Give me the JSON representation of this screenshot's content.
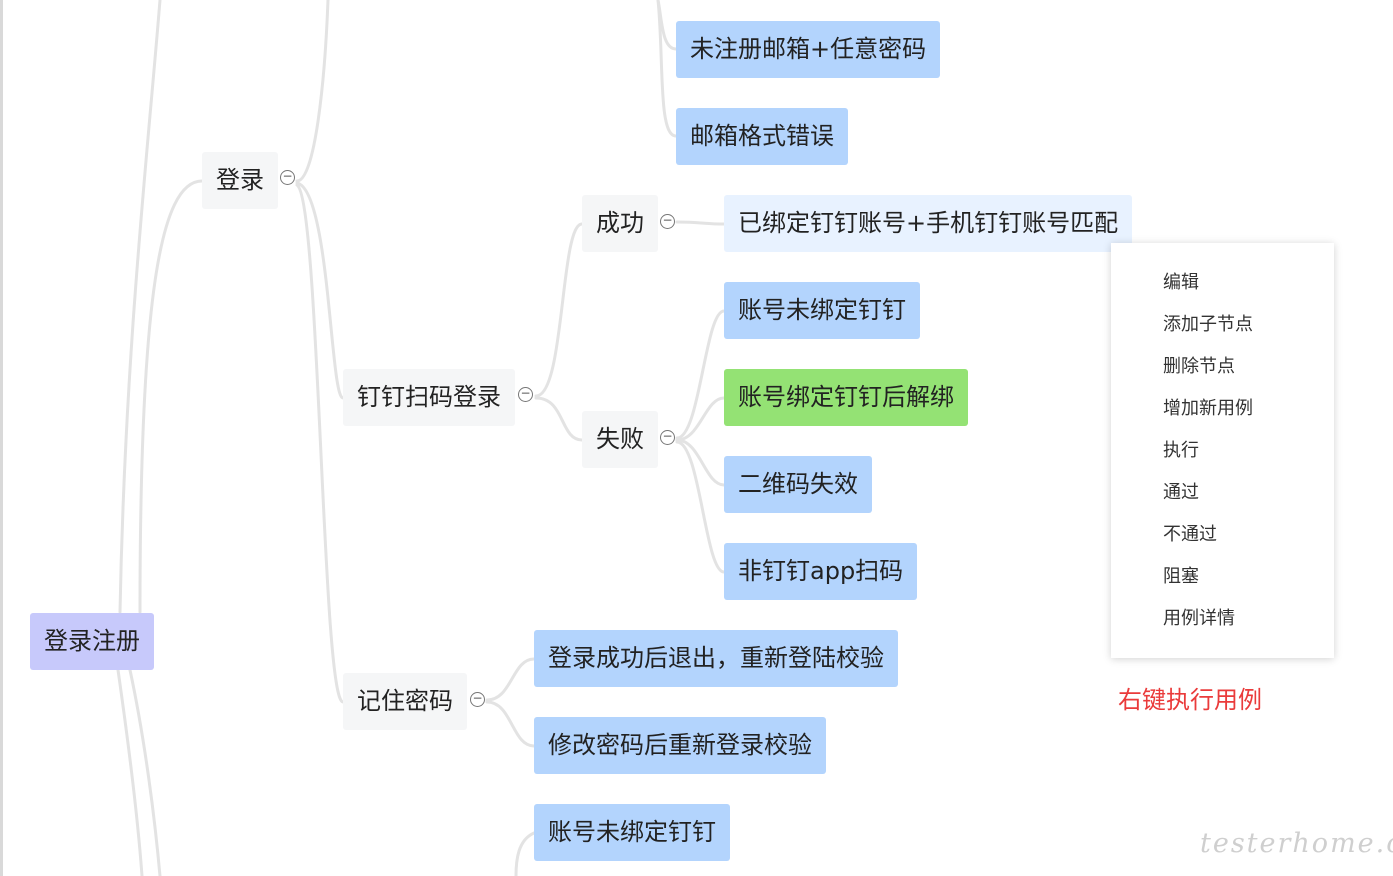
{
  "mindmap": {
    "root": "登录注册",
    "login": "登录",
    "dingtalk_login": "钉钉扫码登录",
    "success": "成功",
    "failure": "失败",
    "remember_password": "记住密码",
    "unregistered_email": "未注册邮箱+任意密码",
    "email_format_error": "邮箱格式错误",
    "bound_match": "已绑定钉钉账号+手机钉钉账号匹配",
    "account_not_bound": "账号未绑定钉钉",
    "unbound_after_binding": "账号绑定钉钉后解绑",
    "qr_expired": "二维码失效",
    "non_dingtalk_scan": "非钉钉app扫码",
    "logout_relogin_check": "登录成功后退出，重新登陆校验",
    "change_password_relogin": "修改密码后重新登录校验",
    "account_not_bound_2": "账号未绑定钉钉",
    "collapse_symbol": "−"
  },
  "context_menu": {
    "items": [
      "编辑",
      "添加子节点",
      "删除节点",
      "增加新用例",
      "执行",
      "通过",
      "不通过",
      "阻塞",
      "用例详情"
    ]
  },
  "annotation": "右键执行用例",
  "watermark": "testerhome.com",
  "colors": {
    "root": "#c7c9fb",
    "branch": "#f5f6f7",
    "leaf": "#b3d4fd",
    "selected": "#e8f2ff",
    "passed": "#94e274",
    "annotation": "#ea3b3b"
  }
}
